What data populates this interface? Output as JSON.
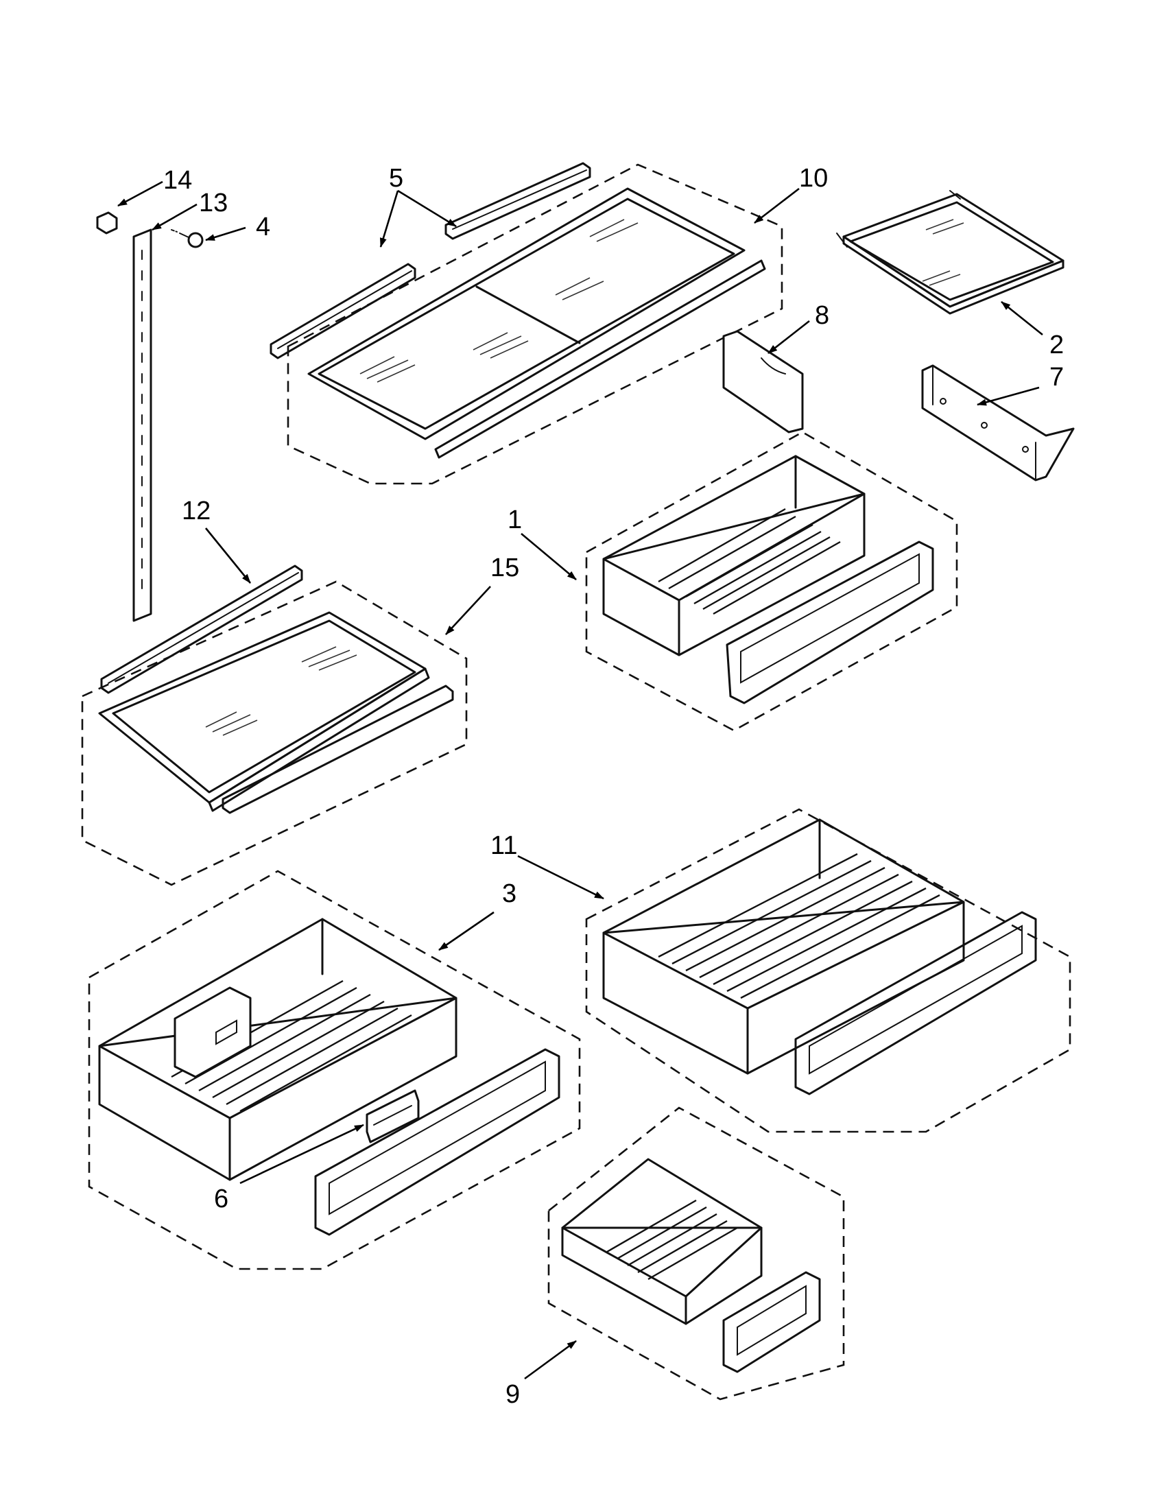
{
  "diagram": {
    "type": "exploded-parts-view",
    "callouts": [
      {
        "id": "c1",
        "label": "1"
      },
      {
        "id": "c2",
        "label": "2"
      },
      {
        "id": "c3",
        "label": "3"
      },
      {
        "id": "c4",
        "label": "4"
      },
      {
        "id": "c5",
        "label": "5"
      },
      {
        "id": "c6",
        "label": "6"
      },
      {
        "id": "c7",
        "label": "7"
      },
      {
        "id": "c8",
        "label": "8"
      },
      {
        "id": "c9",
        "label": "9"
      },
      {
        "id": "c10",
        "label": "10"
      },
      {
        "id": "c11",
        "label": "11"
      },
      {
        "id": "c12",
        "label": "12"
      },
      {
        "id": "c13",
        "label": "13"
      },
      {
        "id": "c14",
        "label": "14"
      },
      {
        "id": "c15",
        "label": "15"
      }
    ],
    "colors": {
      "line": "#111111",
      "background": "#ffffff"
    }
  }
}
